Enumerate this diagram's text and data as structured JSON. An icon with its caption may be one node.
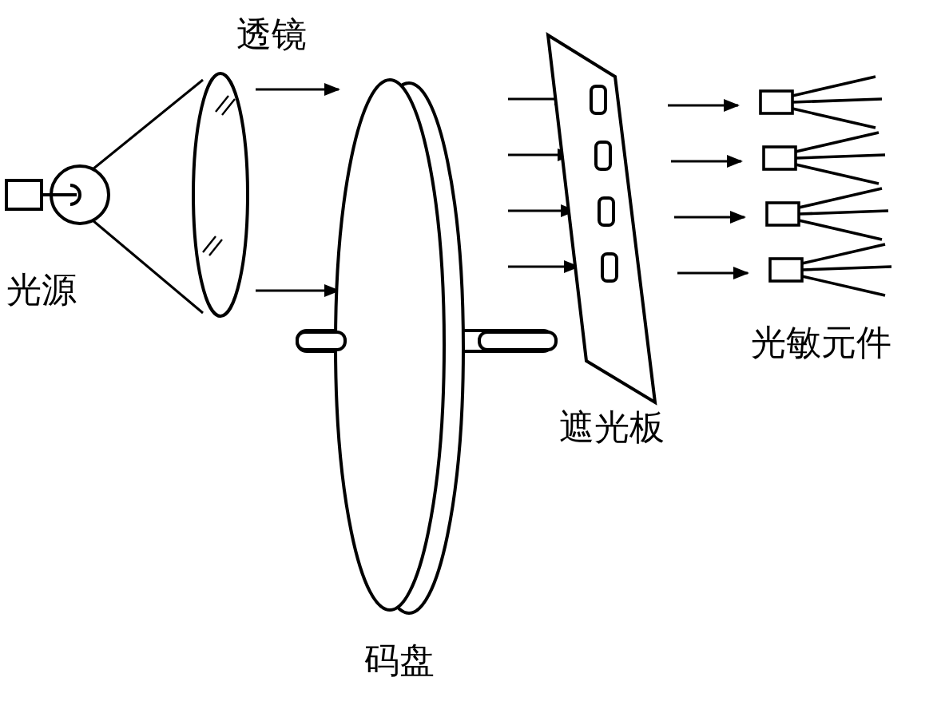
{
  "diagram": {
    "nodes": [
      {
        "text": [],
        "shape": "circle",
        "beside": [
          "光源"
        ]
      },
      {
        "text": [],
        "shape": "picture",
        "beside": [
          "透镜"
        ]
      }
    ],
    "edges": [
      {
        "from": 0,
        "to": 1,
        "arrow": "none"
      },
      {
        "from": 0,
        "to": 1,
        "arrow": "none"
      }
    ],
    "labels": [
      "光敏元件",
      "遮光板",
      "码盘"
    ]
  }
}
